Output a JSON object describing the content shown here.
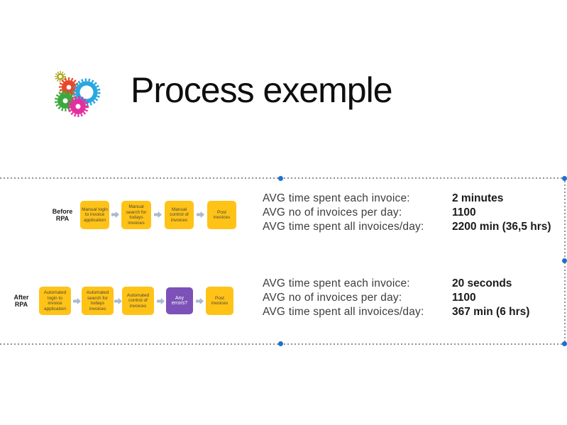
{
  "title": "Process exemple",
  "logo": {
    "name": "gears-logo",
    "colors": {
      "olive": "#AFA81E",
      "red": "#E8472B",
      "blue": "#29A8E0",
      "green": "#3BA93C",
      "pink": "#E3309E"
    }
  },
  "selection": {
    "border_color": "#8E9298",
    "handle_color": "#1D70CE"
  },
  "colors": {
    "task_fill": "#FFC317",
    "decision_fill": "#7C52B8",
    "arrow": "#A8BACF"
  },
  "flows": {
    "before": {
      "label": "Before\nRPA",
      "steps": [
        {
          "text": "Manual login to invoice application"
        },
        {
          "text": "Manual search for todays invoices"
        },
        {
          "text": "Manual control of invoices"
        },
        {
          "text": "Post invoices"
        }
      ],
      "stats": [
        {
          "label": "AVG time spent each invoice:",
          "value": "2 minutes"
        },
        {
          "label": "AVG no of invoices per day:",
          "value": "1100"
        },
        {
          "label": "AVG time spent all invoices/day:",
          "value": "2200 min (36,5 hrs)"
        }
      ]
    },
    "after": {
      "label": "After\nRPA",
      "steps": [
        {
          "text": "Automated login to invoice application"
        },
        {
          "text": "Automated search for todays invoices"
        },
        {
          "text": "Automated control of invoices"
        },
        {
          "text": "Any errors?"
        },
        {
          "text": "Post invoices"
        }
      ],
      "stats": [
        {
          "label": "AVG time spent each invoice:",
          "value": "20 seconds"
        },
        {
          "label": "AVG no of invoices per day:",
          "value": "1100"
        },
        {
          "label": "AVG time spent all invoices/day:",
          "value": "367 min (6 hrs)"
        }
      ]
    }
  }
}
